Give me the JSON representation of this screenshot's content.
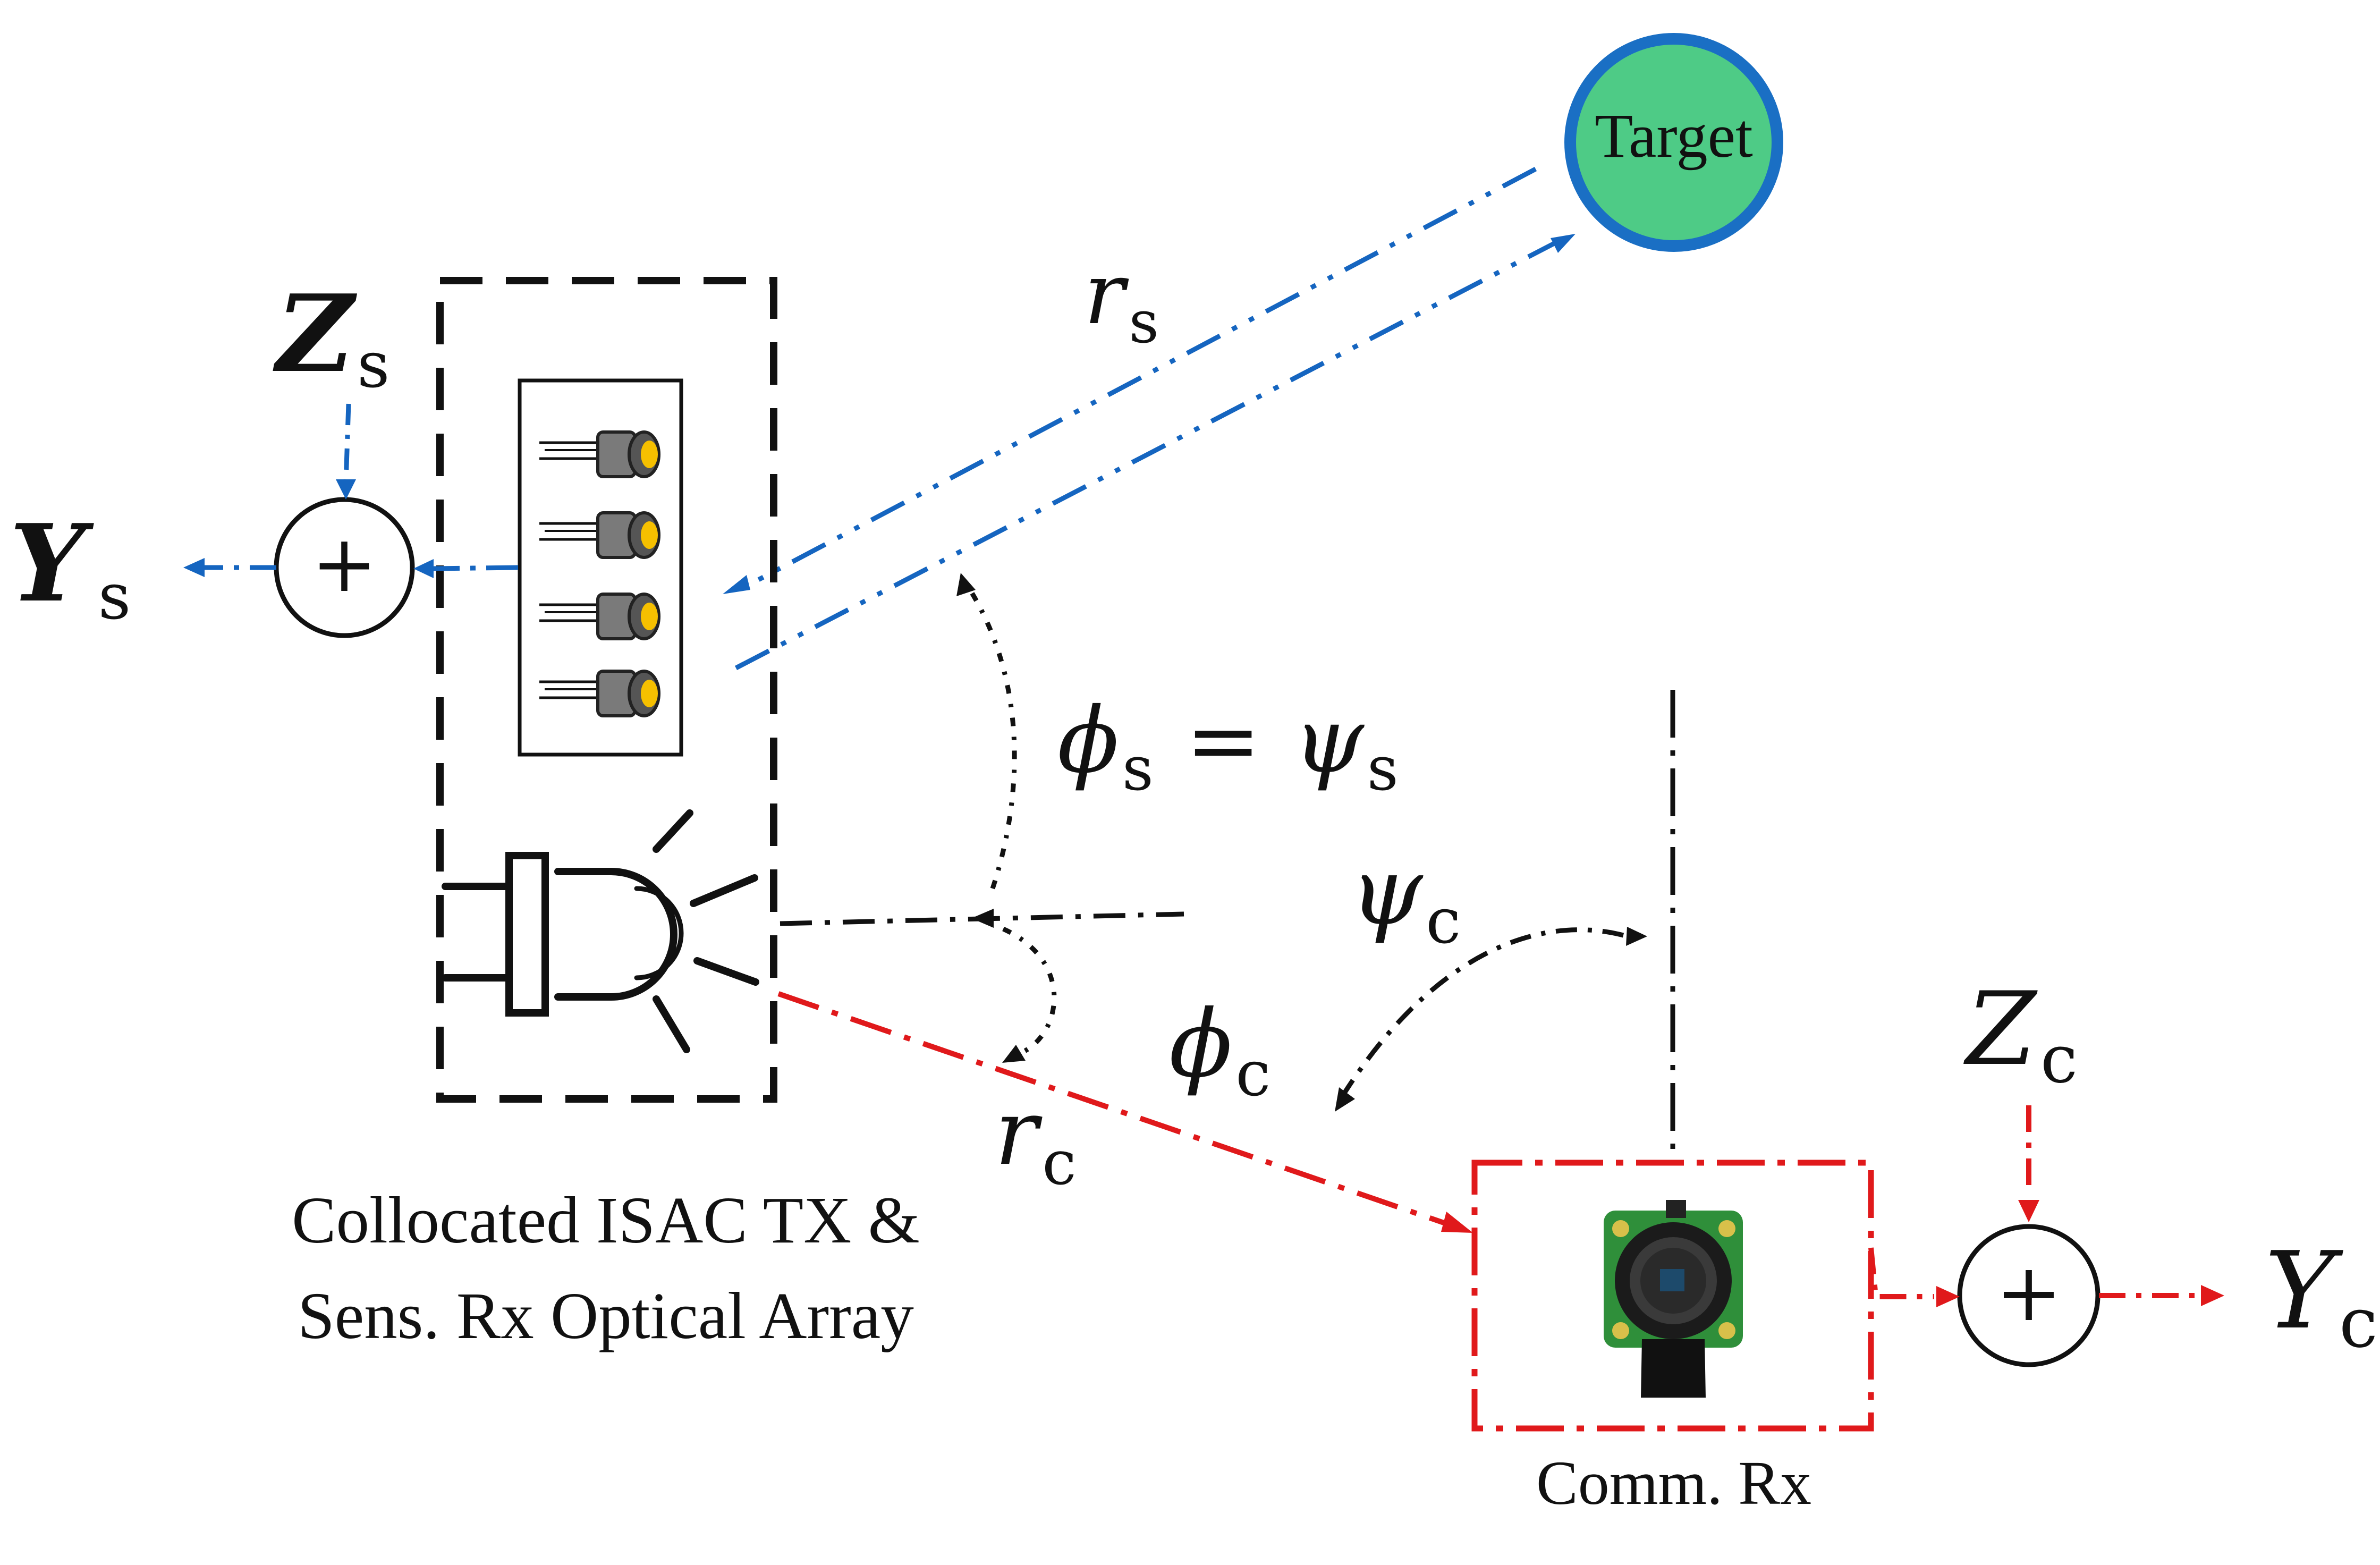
{
  "colors": {
    "sensing_blue": "#1565c0",
    "comm_red": "#e0191b",
    "target_fill": "#4ecb86",
    "target_stroke": "#1a6fc4",
    "pd_cap": "#f6c000",
    "pd_body": "#7a7a7a",
    "pcb_green": "#2f8f3a",
    "ink": "#111111"
  },
  "labels": {
    "target": "Target",
    "tx_caption_line1": "Collocated ISAC TX &",
    "tx_caption_line2": "Sens. Rx Optical Array",
    "rx_caption": "Comm. Rx",
    "adder_symbol": "+"
  },
  "math": {
    "z_s": {
      "base": "Z",
      "sub": "s"
    },
    "y_s": {
      "base": "Y",
      "sub": "s"
    },
    "z_c": {
      "base": "Z",
      "sub": "c"
    },
    "y_c": {
      "base": "Y",
      "sub": "c"
    },
    "r_s": {
      "base": "r",
      "sub": "s"
    },
    "r_c": {
      "base": "r",
      "sub": "c"
    },
    "phi_s": {
      "base": "ϕ",
      "sub": "s"
    },
    "equals": "=",
    "psi_s": {
      "base": "ψ",
      "sub": "s"
    },
    "psi_c": {
      "base": "ψ",
      "sub": "c"
    },
    "phi_c": {
      "base": "ϕ",
      "sub": "c"
    }
  },
  "icons": [
    "photodiode-array-icon",
    "led-transmitter-icon",
    "camera-receiver-icon",
    "adder-icon"
  ]
}
